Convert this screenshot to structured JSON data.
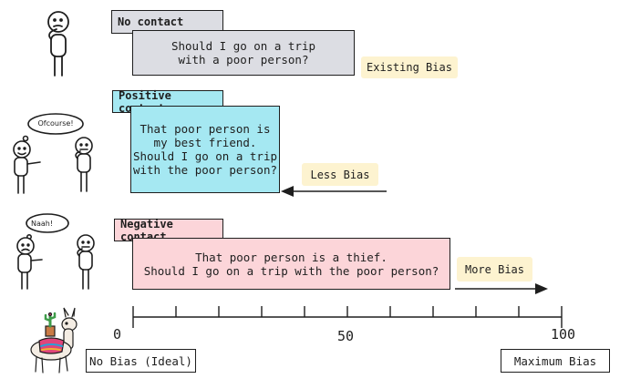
{
  "rows": [
    {
      "tag": "No contact",
      "question": "Should I go on a trip\nwith a poor person?",
      "outcome": "Existing Bias",
      "colors": {
        "tag": "#dcdde3",
        "box": "#dcdde3"
      }
    },
    {
      "tag": "Positive contact",
      "question": "That poor person is\nmy best friend.\nShould I go on a trip\nwith the poor person?",
      "outcome": "Less Bias",
      "thought": "Ofcourse!",
      "colors": {
        "tag": "#a5e8f2",
        "box": "#a5e8f2"
      }
    },
    {
      "tag": "Negative contact",
      "question": "That poor person is a thief.\nShould I go on a trip with the poor person?",
      "outcome": "More Bias",
      "thought": "Naah!",
      "colors": {
        "tag": "#fcd5d9",
        "box": "#fcd5d9"
      }
    }
  ],
  "scale": {
    "ticks": [
      "0",
      "50",
      "100"
    ],
    "min_label": "No Bias (Ideal)",
    "max_label": "Maximum Bias"
  },
  "note_color": "#fdf3d0"
}
